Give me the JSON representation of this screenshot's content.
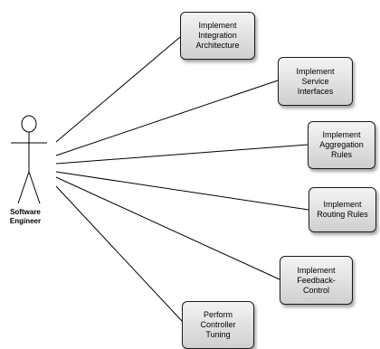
{
  "actor": {
    "name_line1": "Software",
    "name_line2": "Engineer"
  },
  "use_cases": [
    {
      "lines": [
        "Implement",
        "Integration",
        "Architecture"
      ]
    },
    {
      "lines": [
        "Implement",
        "Service",
        "Interfaces"
      ]
    },
    {
      "lines": [
        "Implement",
        "Aggregation",
        "Rules"
      ]
    },
    {
      "lines": [
        "Implement",
        "Routing Rules"
      ]
    },
    {
      "lines": [
        "Implement",
        "Feedback-",
        "Control"
      ]
    },
    {
      "lines": [
        "Perform",
        "Controller",
        "Tuning"
      ]
    }
  ],
  "colors": {
    "line": "#000000",
    "box_border": "#1a1a1a",
    "box_fill_top": "#f4f4f4",
    "box_fill_bottom": "#cfcfcf"
  }
}
